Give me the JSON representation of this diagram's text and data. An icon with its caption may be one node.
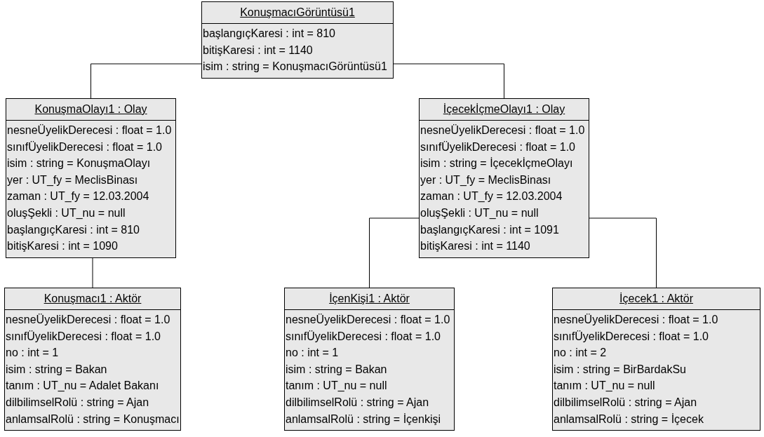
{
  "diagram": {
    "nodes": [
      {
        "text": [
          "KonuşmacıGörüntüsü1",
          "başlangıçKaresi : int = 810",
          "bitişKaresi : int = 1140",
          "isim : string = KonuşmacıGörüntüsü1"
        ]
      },
      {
        "text": [
          "KonuşmaOlayı1 : Olay",
          "nesneÜyelikDerecesi : float = 1.0",
          "sınıfÜyelikDerecesi : float = 1.0",
          "isim : string = KonuşmaOlayı",
          "yer : UT_fy = MeclisBinası",
          "zaman : UT_fy = 12.03.2004",
          "oluşŞekli : UT_nu = null",
          "başlangıçKaresi : int = 810",
          "bitişKaresi : int = 1090"
        ]
      },
      {
        "text": [
          "İçecekİçmeOlayı1 : Olay",
          "nesneÜyelikDerecesi : float = 1.0",
          "sınıfÜyelikDerecesi : float = 1.0",
          "isim : string = İçecekİçmeOlayı",
          "yer : UT_fy = MeclisBinası",
          "zaman : UT_fy = 12.03.2004",
          "oluşŞekli : UT_nu = null",
          "başlangıçKaresi : int = 1091",
          "bitişKaresi : int = 1140"
        ]
      },
      {
        "text": [
          "Konuşmacı1 : Aktör",
          "nesneÜyelikDerecesi : float = 1.0",
          "sınıfÜyelikDerecesi : float = 1.0",
          "no : int = 1",
          "isim : string = Bakan",
          "tanım : UT_nu = Adalet Bakanı",
          "dilbilimselRolü : string = Ajan",
          "anlamsalRolü : string = Konuşmacı"
        ]
      },
      {
        "text": [
          "İçenKişi1 : Aktör",
          "nesneÜyelikDerecesi : float = 1.0",
          "sınıfÜyelikDerecesi : float = 1.0",
          "no : int = 1",
          "isim : string = Bakan",
          "tanım : UT_nu = null",
          "dilbilimselRolü : string = Ajan",
          "anlamsalRolü : string = İçenkişi"
        ]
      },
      {
        "text": [
          "İçecek1 : Aktör",
          "nesneÜyelikDerecesi : float = 1.0",
          "sınıfÜyelikDerecesi : float = 1.0",
          "no : int = 2",
          "isim : string = BirBardakSu",
          "tanım : UT_nu = null",
          "dilbilimselRolü : string = Ajan",
          "anlamsalRolü : string = İçecek"
        ]
      }
    ],
    "edges": [
      {
        "from": 0,
        "to": 1,
        "arrow": "none"
      },
      {
        "from": 0,
        "to": 2,
        "arrow": "none"
      },
      {
        "from": 1,
        "to": 3,
        "arrow": "none"
      },
      {
        "from": 2,
        "to": 4,
        "arrow": "none"
      },
      {
        "from": 2,
        "to": 5,
        "arrow": "none"
      }
    ]
  }
}
